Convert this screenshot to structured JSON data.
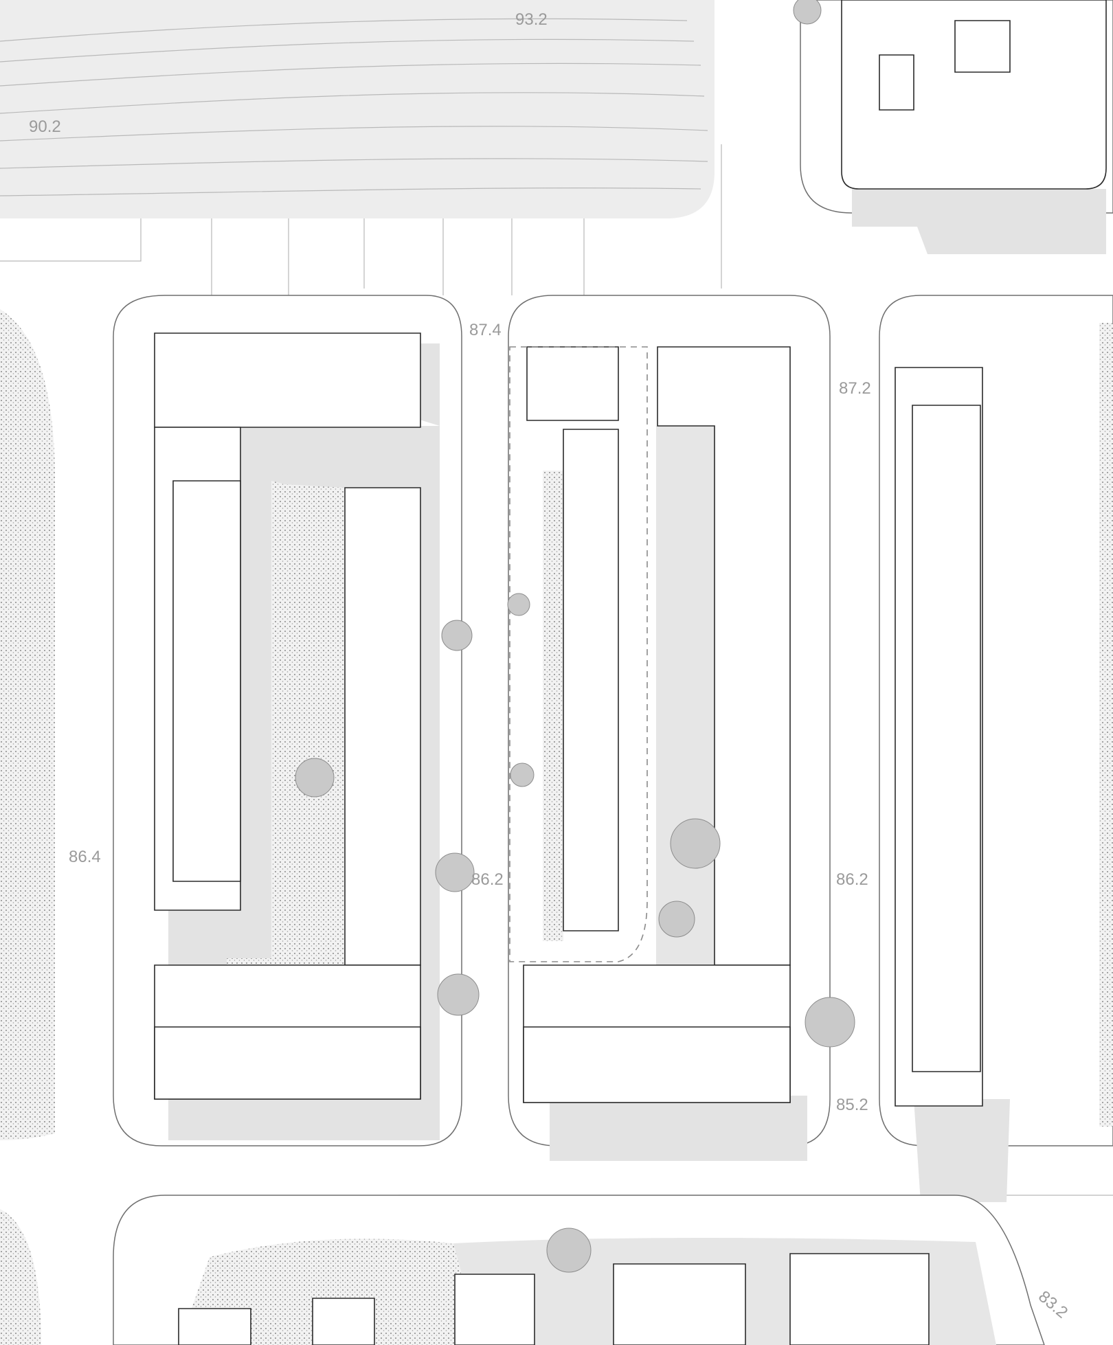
{
  "site_plan": {
    "elevations": [
      {
        "id": "e1",
        "label": "93.2"
      },
      {
        "id": "e2",
        "label": "90.2"
      },
      {
        "id": "e3",
        "label": "87.4"
      },
      {
        "id": "e4",
        "label": "87.2"
      },
      {
        "id": "e5",
        "label": "86.4"
      },
      {
        "id": "e6",
        "label": "86.2"
      },
      {
        "id": "e7",
        "label": "86.2"
      },
      {
        "id": "e8",
        "label": "85.2"
      },
      {
        "id": "e9",
        "label": "83.2"
      }
    ],
    "colors": {
      "background": "#ffffff",
      "building_outline": "#2a2a2a",
      "shadow": "#e3e3e3",
      "label": "#9a9a9a"
    }
  }
}
